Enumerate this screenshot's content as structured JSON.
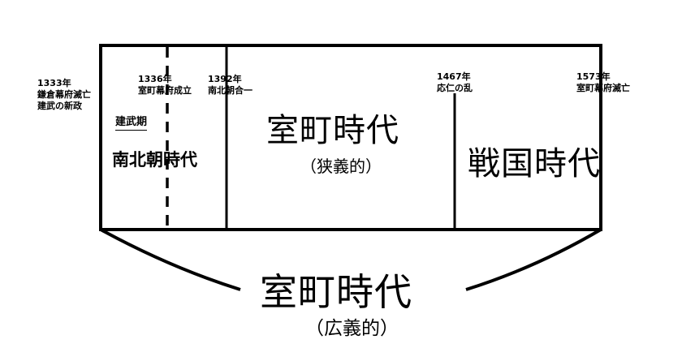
{
  "events": {
    "e1333": {
      "year": "1333年",
      "line1": "鎌倉幕府滅亡",
      "line2": "建武の新政"
    },
    "e1336": {
      "year": "1336年",
      "line1": "室町幕府成立"
    },
    "e1392": {
      "year": "1392年",
      "line1": "南北朝合一"
    },
    "e1467": {
      "year": "1467年",
      "line1": "応仁の乱"
    },
    "e1573": {
      "year": "1573年",
      "line1": "室町幕府滅亡"
    }
  },
  "periods": {
    "kenmu": "建武期",
    "nanbokucho": "南北朝時代",
    "muromachi_narrow": "室町時代",
    "muromachi_narrow_sub": "（狭義的）",
    "sengoku": "戦国時代",
    "muromachi_broad": "室町時代",
    "muromachi_broad_sub": "（広義的）"
  }
}
